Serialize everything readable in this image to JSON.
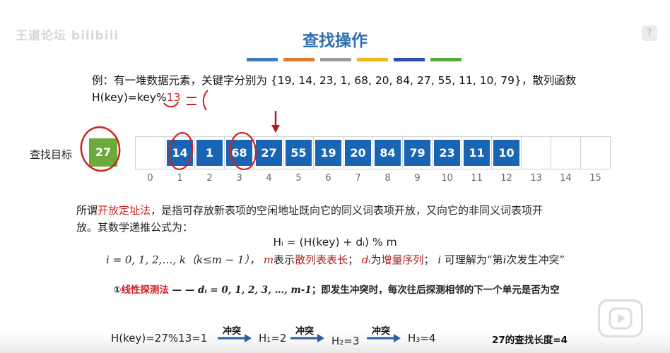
{
  "watermark": "王道论坛 bilibili",
  "help_label": "?",
  "title": "查找操作",
  "colors": {
    "colorbar": [
      "#3d7cc0",
      "#e07b2b",
      "#9a9a9a",
      "#f0b71c",
      "#2d4fa6",
      "#5aa93a"
    ],
    "accent_blue": "#1a64b4",
    "target_green": "#6aab3c",
    "highlight_red": "#d32020"
  },
  "example": {
    "line1": "例：有一堆数据元素，关键字分别为 {19, 14, 23, 1, 68, 20, 84, 27, 55, 11, 10, 79}，散列函数",
    "line2_prefix": "H(key)=key%",
    "line2_value": "13"
  },
  "target": {
    "label": "查找目标",
    "value": "27"
  },
  "table": {
    "cells": [
      "",
      "14",
      "1",
      "68",
      "27",
      "55",
      "19",
      "20",
      "84",
      "79",
      "23",
      "11",
      "10",
      "",
      "",
      ""
    ],
    "indices": [
      "0",
      "1",
      "2",
      "3",
      "4",
      "5",
      "6",
      "7",
      "8",
      "9",
      "10",
      "11",
      "12",
      "13",
      "14",
      "15"
    ]
  },
  "paragraph": {
    "p1": "所谓",
    "p2": "开放定址法",
    "p3": "，是指可存放新表项的空闲地址既向它的同义词表项开放，又向它的非同义词表项开",
    "p4": "放。其数学递推公式为："
  },
  "formula": "Hᵢ = (H(key) + dᵢ) % m",
  "defs": {
    "a": "i = 0, 1, 2,…, k（k≤m − 1），",
    "b": "m",
    "c": "表示",
    "d": "散列表表长",
    "e": "；",
    "f": "dᵢ",
    "g": "为",
    "h": "增量序列",
    "i": "；",
    "j": "i",
    "k": " 可理解为“第",
    "l": "i",
    "m": "次发生冲突”"
  },
  "linear": {
    "num": "①",
    "name": "线性探测法",
    "dash": " — — ",
    "di": "dᵢ = 0, 1, 2, 3, …, m-1",
    "desc": "；即发生冲突时，每次往后探测相邻的下一个单元是否为空"
  },
  "sequence": {
    "start": "H(key)=27%13=1",
    "conflict_label": "冲突",
    "h1": "H₁=2",
    "h2": "H₂=3",
    "h3": "H₃=4"
  },
  "result": "27的查找长度=4"
}
